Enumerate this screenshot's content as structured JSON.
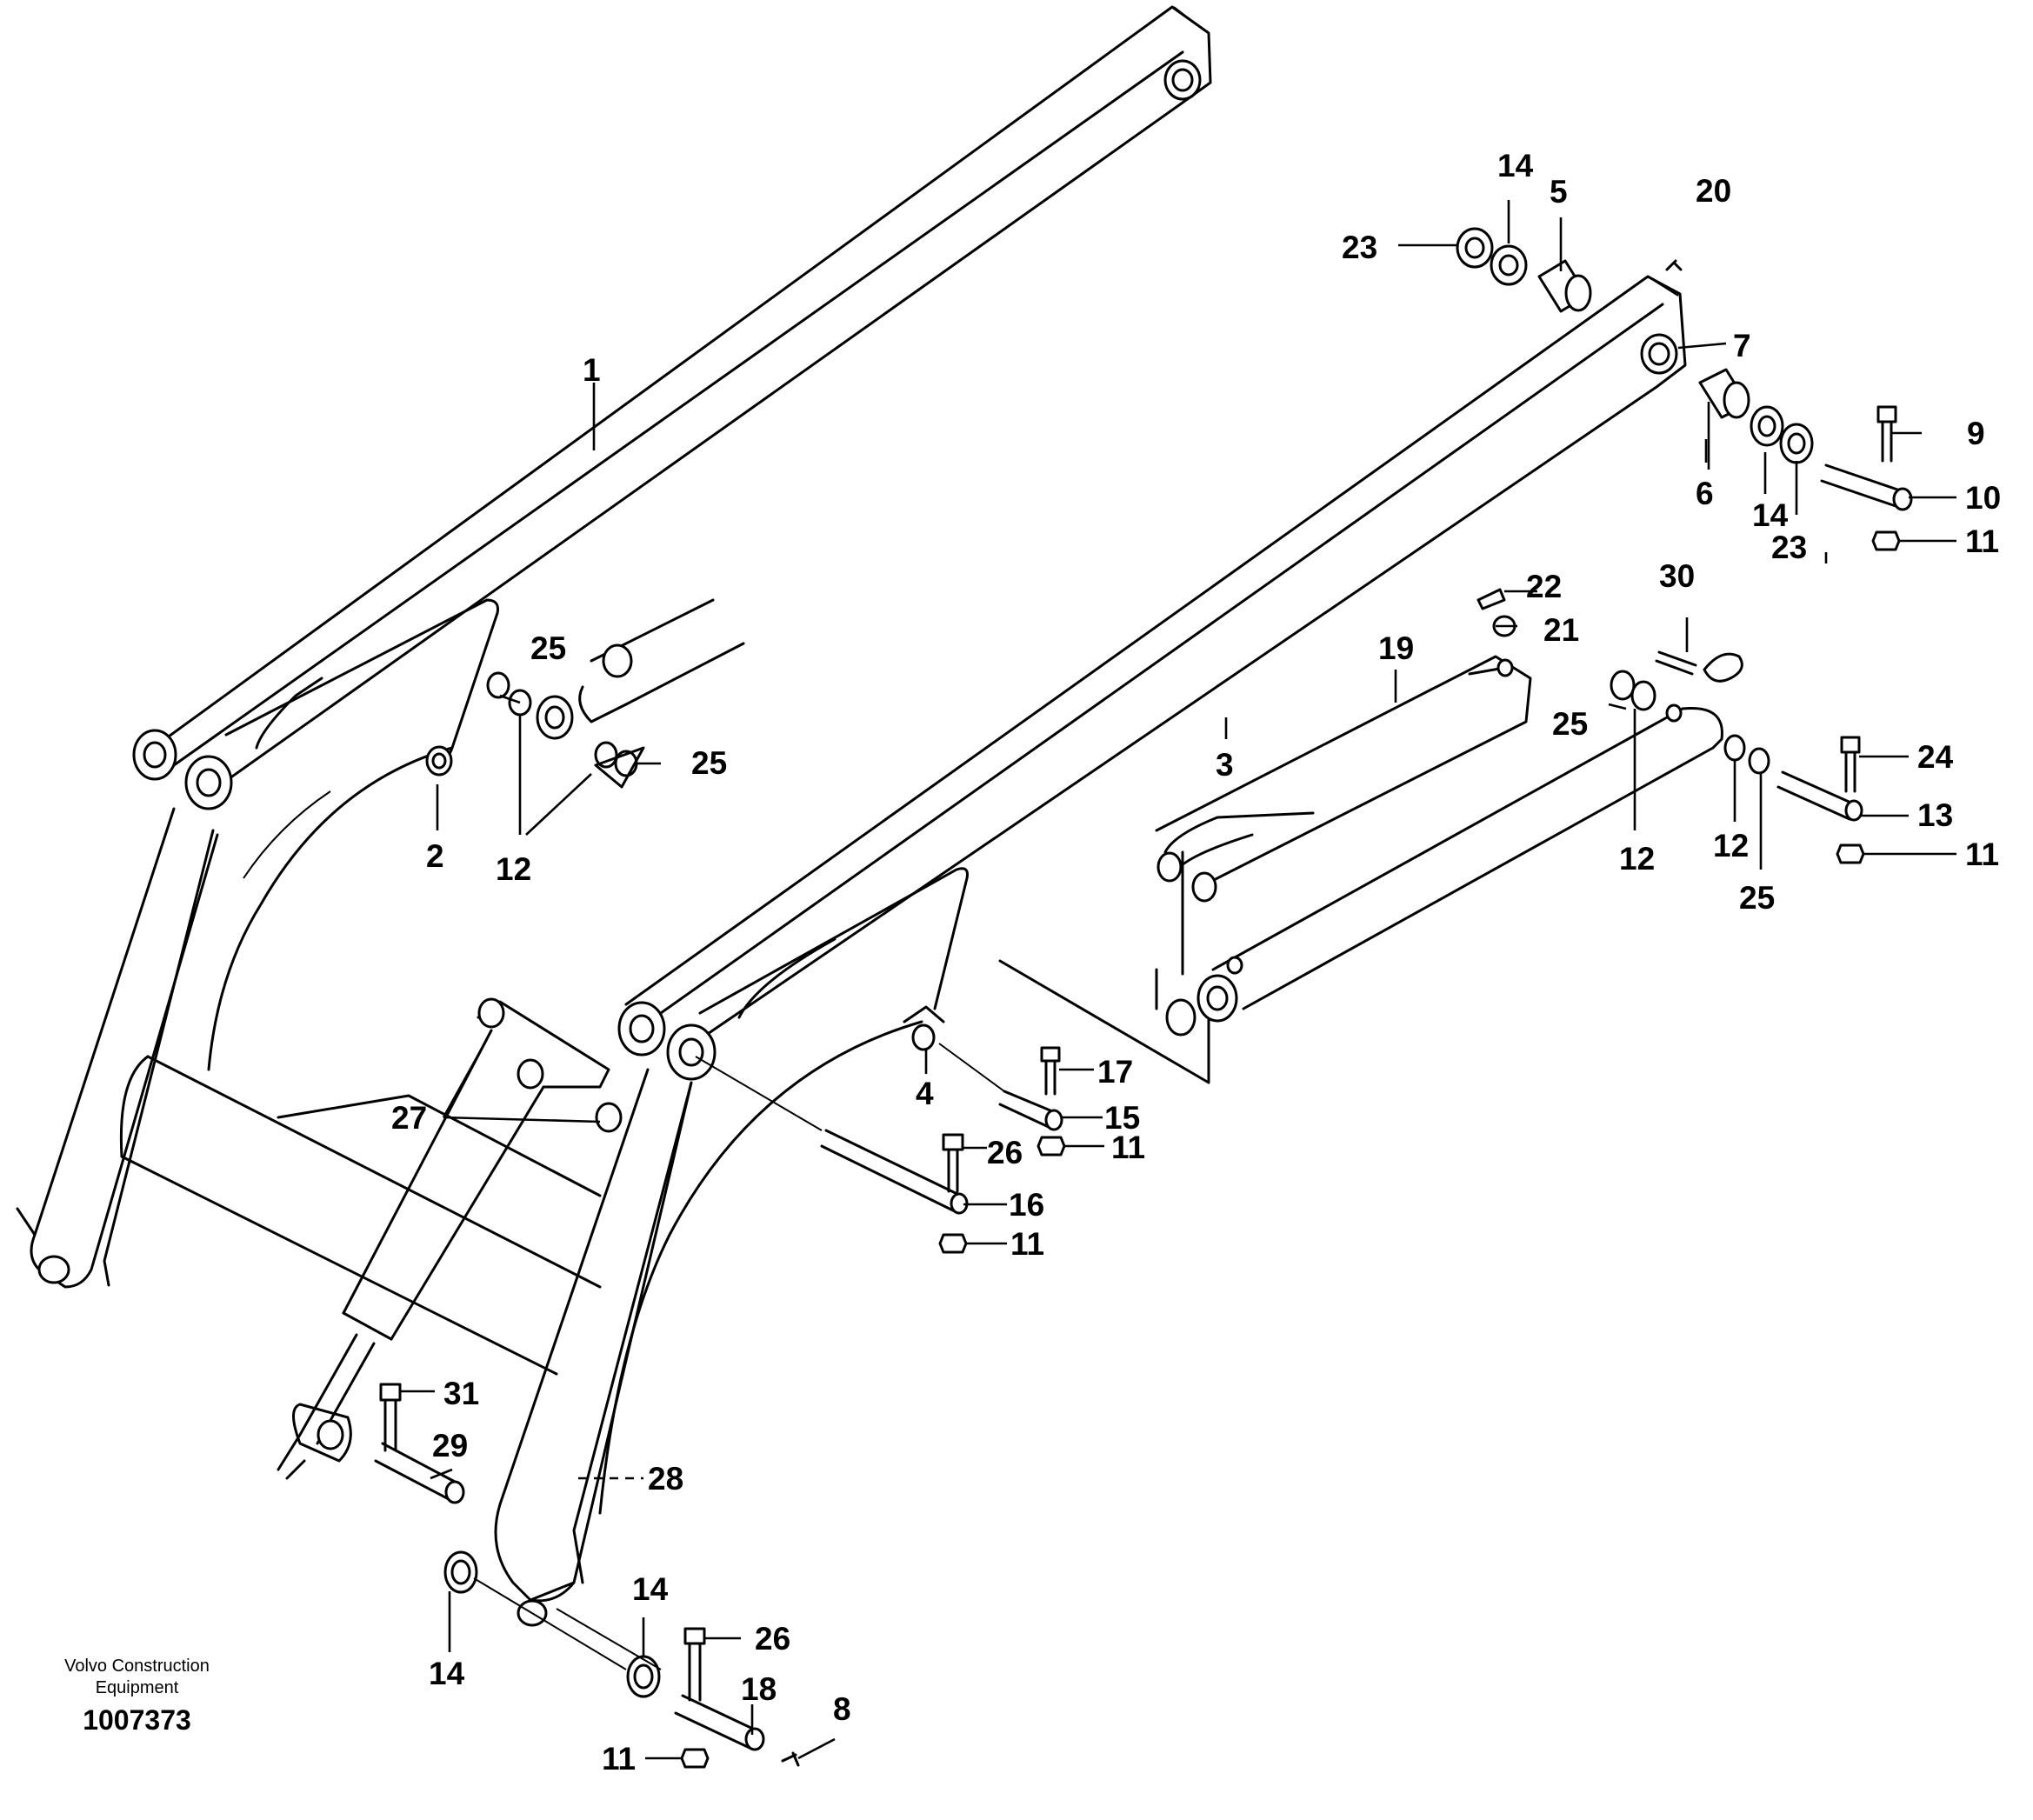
{
  "caption": {
    "brand_line1": "Volvo Construction",
    "brand_line2": "Equipment",
    "document_number": "1007373"
  },
  "callouts": {
    "c1": "1",
    "c2": "2",
    "c3": "3",
    "c4": "4",
    "c5": "5",
    "c6": "6",
    "c7": "7",
    "c8": "8",
    "c9": "9",
    "c10": "10",
    "c11a": "11",
    "c11b": "11",
    "c11c": "11",
    "c11d": "11",
    "c11e": "11",
    "c12a": "12",
    "c12b": "12",
    "c12c": "12",
    "c13": "13",
    "c14a": "14",
    "c14b": "14",
    "c14c": "14",
    "c14d": "14",
    "c15": "15",
    "c16": "16",
    "c17": "17",
    "c18": "18",
    "c19": "19",
    "c20": "20",
    "c21": "21",
    "c22": "22",
    "c23a": "23",
    "c23b": "23",
    "c24": "24",
    "c25a": "25",
    "c25b": "25",
    "c25c": "25",
    "c25d": "25",
    "c26a": "26",
    "c26b": "26",
    "c27": "27",
    "c28": "28",
    "c29": "29",
    "c30": "30",
    "c31": "31"
  },
  "colors": {
    "line": "#000000",
    "background": "#ffffff"
  }
}
